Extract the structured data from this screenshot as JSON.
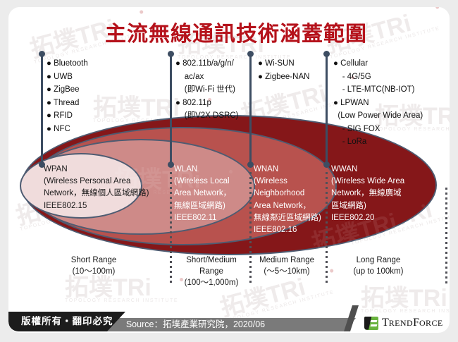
{
  "title": "主流無線通訊技術涵蓋範圍",
  "watermark": {
    "cjk": "拓墣TRi",
    "latin": "TOPOLOGY RESEARCH INSTITUTE"
  },
  "rings": [
    {
      "name": "WPAN",
      "label": "WPAN\n(Wireless Personal Area\nNetwork，無線個人區域網路)\nIEEE802.15",
      "technologies": "● Bluetooth\n● UWB\n● ZigBee\n● Thread\n● RFID\n● NFC",
      "range": "Short Range\n(10～100m)",
      "fill": "#F0DCDC"
    },
    {
      "name": "WLAN",
      "label": "WLAN\n(Wireless Local\nArea Network，\n無線區域網路)\nIEEE802.11",
      "technologies": "● 802.11b/a/g/n/\n    ac/ax\n    (即Wi-Fi 世代)\n● 802.11p\n    (即V2X DSRC)",
      "range": "Short/Medium\nRange\n(100～1,000m)",
      "fill": "#CE8A88"
    },
    {
      "name": "WNAN",
      "label": "WNAN\n(Wireless\nNeighborhood\nArea Network，\n無線鄰近區域網路)\nIEEE802.16",
      "technologies": "● Wi-SUN\n● Zigbee-NAN",
      "range": "Medium Range\n(～5～10km)",
      "fill": "#B8524E"
    },
    {
      "name": "WWAN",
      "label": "WWAN\n(Wireless Wide Area\nNetwork，無線廣域\n區域網路)\nIEEE802.20",
      "technologies": "● Cellular\n    - 4G/5G\n    - LTE-MTC(NB-IOT)\n● LPWAN\n  (Low Power Wide Area)\n    - SIG FOX\n    - LoRa",
      "range": "Long Range\n(up to 100km)",
      "fill": "#851719"
    }
  ],
  "footer": {
    "copyright": "版權所有‧翻印必究",
    "source": "Source：拓墣產業研究院，2020/06",
    "brand": {
      "t1": "T",
      "t2": "REND",
      "t3": "F",
      "t4": "ORCE"
    }
  },
  "colors": {
    "title_red": "#B5121B",
    "wwan_fill": "#851719",
    "wnan_fill": "#B8524E",
    "wlan_fill": "#CE8A88",
    "wpan_fill": "#F0DCDC",
    "ring_stroke": "#4E5C72",
    "pin": "#3D4D62",
    "footer_black": "#1C1C1C",
    "footer_gray": "#7A7A7A",
    "trendforce_green": "#69B33E"
  }
}
